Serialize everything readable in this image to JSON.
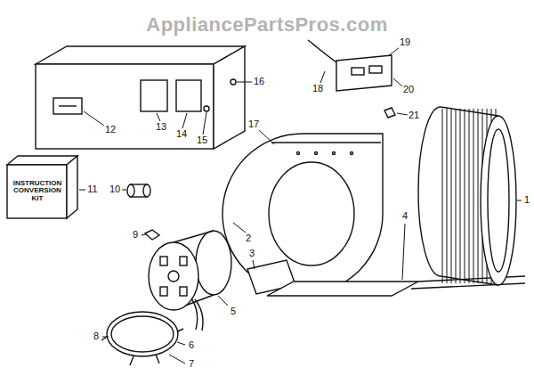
{
  "diagram": {
    "labels": [
      "AppliancePartsPros.com",
      "INSTRUCTION CONVERSION KIT",
      "1",
      "2",
      "3",
      "4",
      "5",
      "6",
      "7",
      "8",
      "9",
      "10",
      "11",
      "12",
      "13",
      "14",
      "15",
      "16",
      "17",
      "18",
      "19",
      "20",
      "21"
    ]
  }
}
